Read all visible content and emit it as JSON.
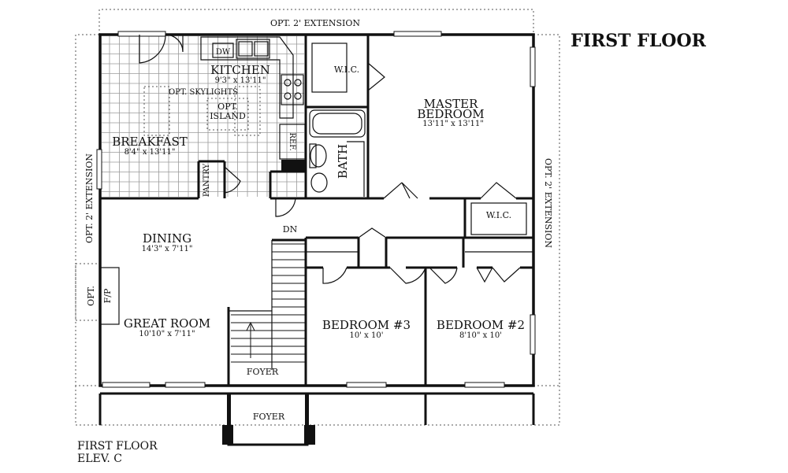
{
  "title": "FIRST FLOOR",
  "footer": {
    "line1": "FIRST FLOOR",
    "line2": "ELEV. C"
  },
  "extensions": {
    "top": "OPT. 2' EXTENSION",
    "left": "OPT. 2' EXTENSION",
    "right": "OPT. 2' EXTENSION"
  },
  "rooms": {
    "kitchen": {
      "name": "KITCHEN",
      "dim": "9'3\" x 13'11\""
    },
    "breakfast": {
      "name": "BREAKFAST",
      "dim": "8'4\" x 13'11\""
    },
    "master": {
      "name1": "MASTER",
      "name2": "BEDROOM",
      "dim": "13'11\" x 13'11\""
    },
    "dining": {
      "name": "DINING",
      "dim": "14'3\" x 7'11\""
    },
    "great": {
      "name": "GREAT ROOM",
      "dim": "10'10\" x 7'11\""
    },
    "bed3": {
      "name": "BEDROOM #3",
      "dim": "10' x 10'"
    },
    "bed2": {
      "name": "BEDROOM #2",
      "dim": "8'10\" x 10'"
    },
    "foyer_inner": {
      "name": "FOYER"
    },
    "foyer_porch": {
      "name": "FOYER"
    }
  },
  "labels": {
    "dw": "DW",
    "skylights": "OPT. SKYLIGHTS",
    "island1": "OPT.",
    "island2": "ISLAND",
    "ref": "REF.",
    "pantry": "PANTRY",
    "bath": "BATH",
    "wic_top": "W.I.C.",
    "wic_right": "W.I.C.",
    "dn": "DN",
    "fp": "F/P",
    "opt": "OPT."
  }
}
